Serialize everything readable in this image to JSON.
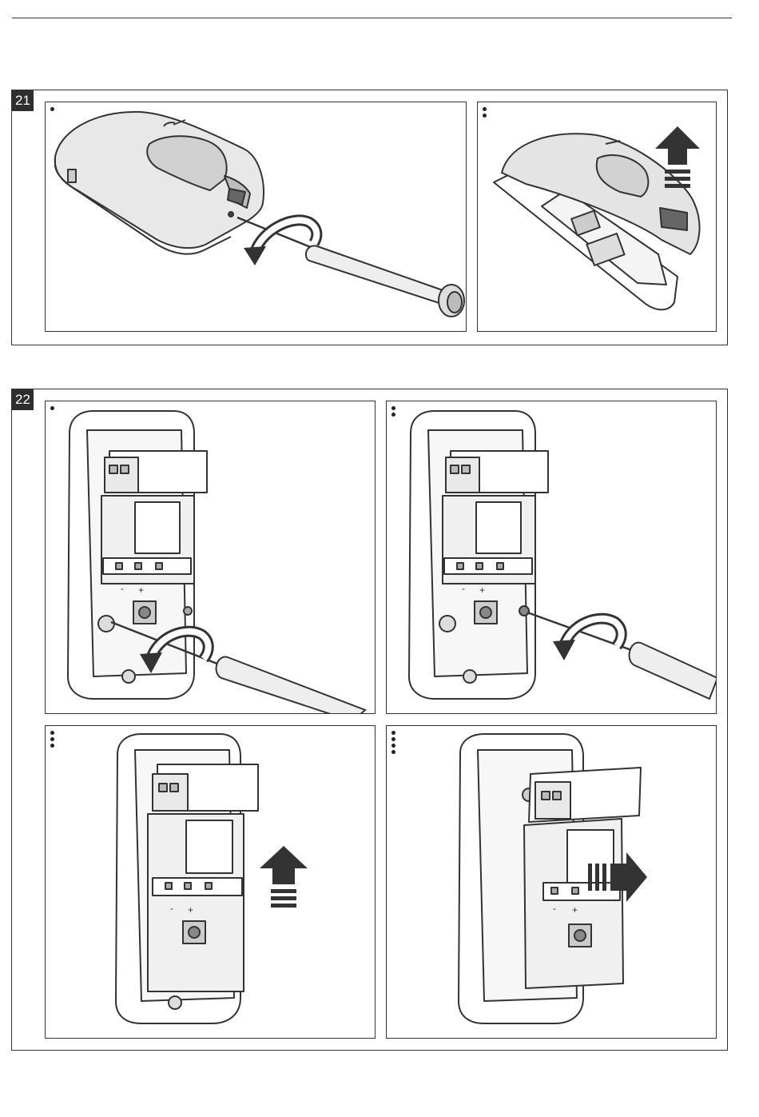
{
  "figures": [
    {
      "number": "21",
      "panels": [
        {
          "step_dots": 1
        },
        {
          "step_dots": 2
        }
      ]
    },
    {
      "number": "22",
      "panels": [
        {
          "step_dots": 1
        },
        {
          "step_dots": 2
        },
        {
          "step_dots": 3
        },
        {
          "step_dots": 4
        }
      ]
    }
  ],
  "icons": [
    "screwdriver-icon",
    "rotate-arrow-icon",
    "up-arrow-icon",
    "right-arrow-icon"
  ]
}
